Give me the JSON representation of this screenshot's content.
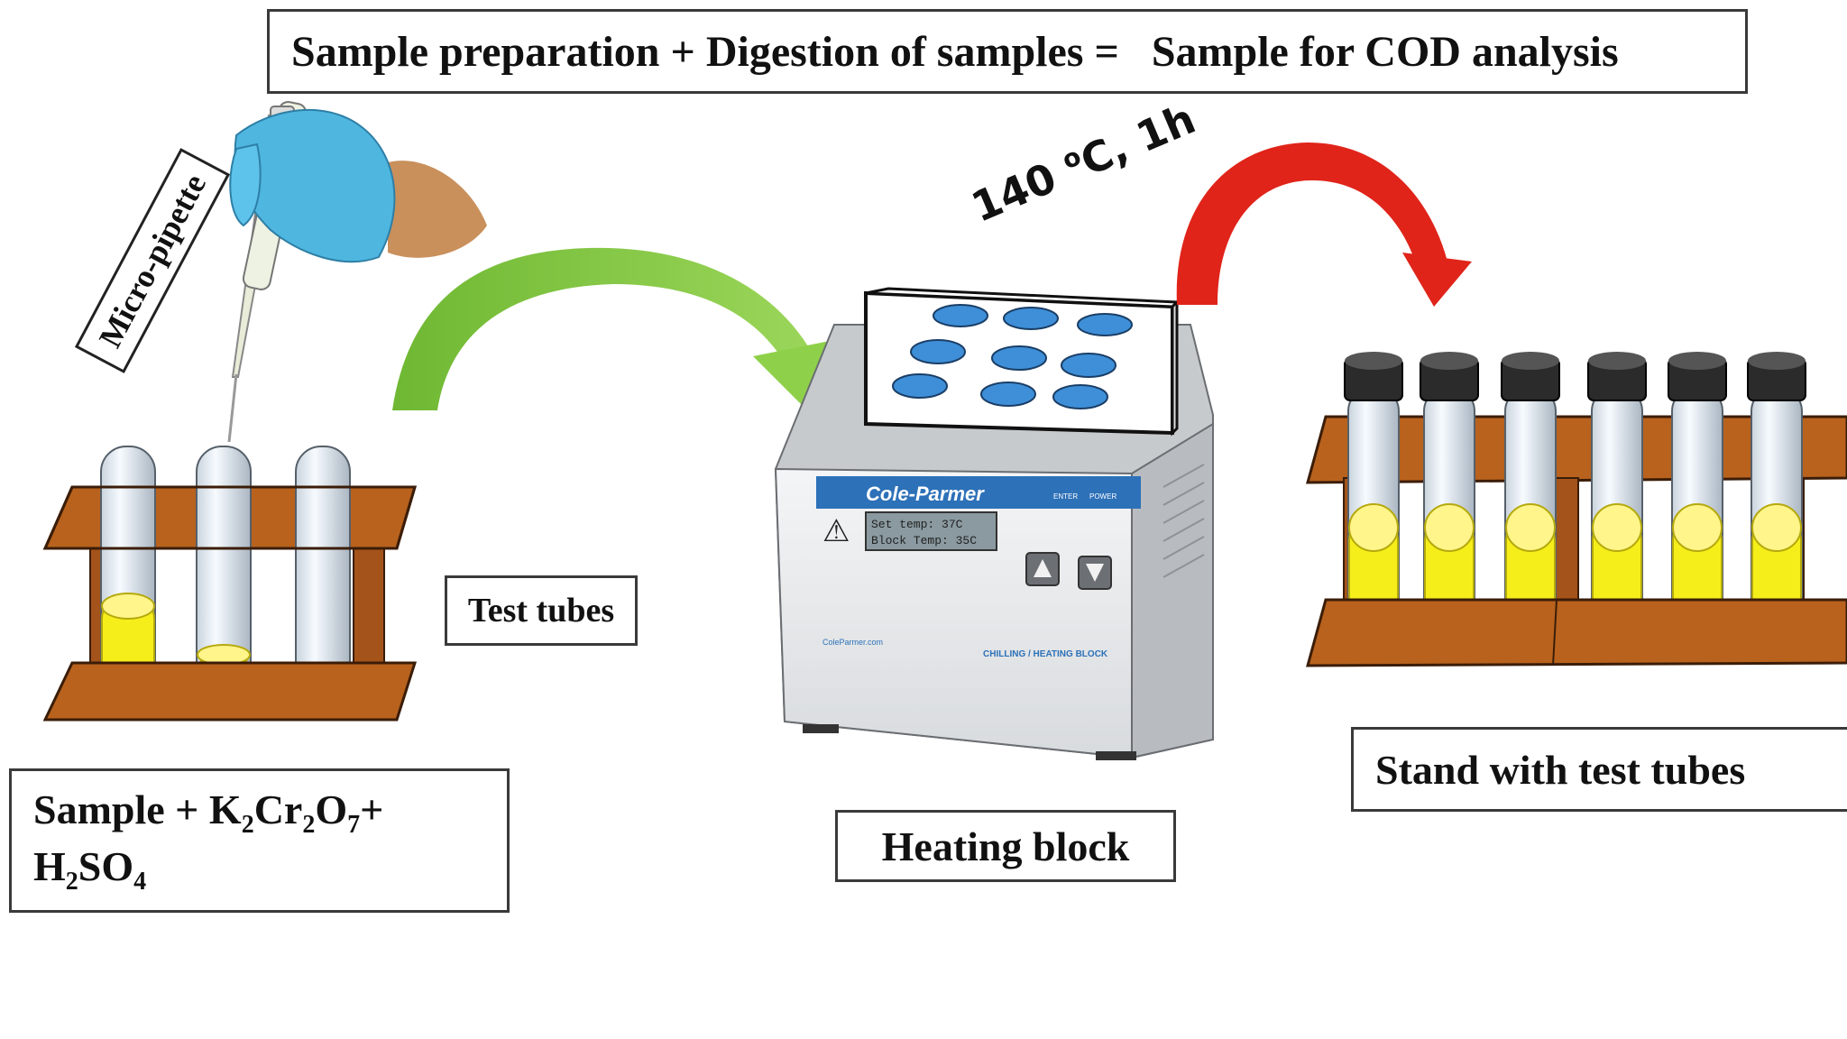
{
  "title": "Sample preparation + Digestion of samples =   Sample for COD analysis",
  "pipette_label": "Micro-pipette",
  "tubes_label": "Test tubes",
  "reagents": {
    "line1_prefix": "Sample + K",
    "k_sub": "2",
    "cr": "Cr",
    "cr_sub": "2",
    "o": "O",
    "o_sub": "7",
    "line1_suffix": "+",
    "line2_h": "H",
    "h_sub": "2",
    "line2_so": "SO",
    "so_sub": "4"
  },
  "temperature": {
    "value": "140 ",
    "unit_sup": "o",
    "rest": "C, 1h"
  },
  "heating_block_label": "Heating block",
  "stand_label": "Stand with test tubes",
  "device": {
    "brand": "Cole-Parmer",
    "display_line1": "Set temp:  37C",
    "display_line2": "Block Temp:  35C",
    "status1": "ENTER",
    "status2": "POWER",
    "footer_left": "ColeParmer.com",
    "footer_right": "CHILLING / HEATING BLOCK",
    "warning_glyph": "⚠"
  },
  "colors": {
    "wood": "#b8621d",
    "wood_edge": "#3b1d08",
    "liquid": "#f5ee1a",
    "green_arrow": "#72c23a",
    "red_arrow": "#e0241a",
    "glove": "#4fb6df",
    "well": "#3e8fd8"
  }
}
